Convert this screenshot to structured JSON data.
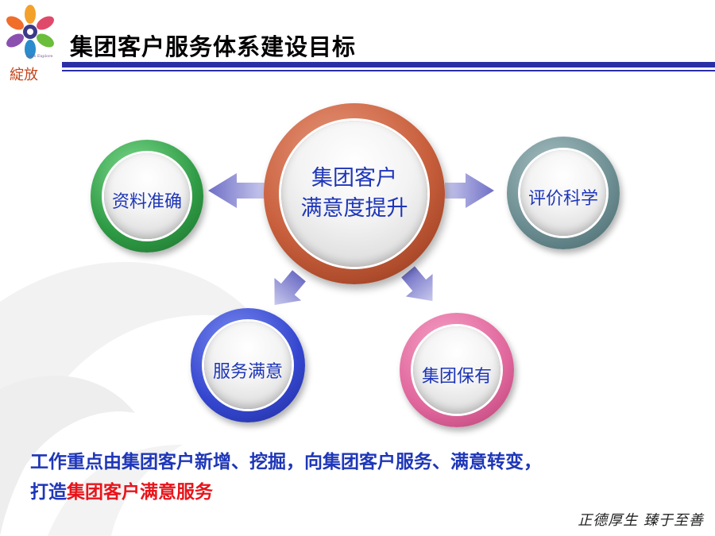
{
  "logo": {
    "caption": "Let's Explore",
    "brand": "綻放",
    "icon": "flower-logo-icon"
  },
  "header": {
    "title": "集团客户服务体系建设目标",
    "accent_color": "#2b2fa6"
  },
  "diagram": {
    "center": {
      "line1": "集团客户",
      "line2": "满意度提升",
      "color": "#c85f3c"
    },
    "left": {
      "label": "资料准确",
      "color": "#2e9a44"
    },
    "right": {
      "label": "评价科学",
      "color": "#6a8c90"
    },
    "bottom_left": {
      "label": "服务满意",
      "color": "#3446cf"
    },
    "bottom_right": {
      "label": "集团保有",
      "color": "#e0669c"
    },
    "arrow_color": "#8a8ad6"
  },
  "caption": {
    "line1": "工作重点由集团客户新增、挖掘，向集团客户服务、满意转变，",
    "line2_prefix": "打造",
    "line2_highlight": "集团客户满意服务",
    "text_color": "#1e36b8",
    "highlight_color": "#e8141b"
  },
  "footer": {
    "seal_text": "正德厚生 臻于至善"
  }
}
